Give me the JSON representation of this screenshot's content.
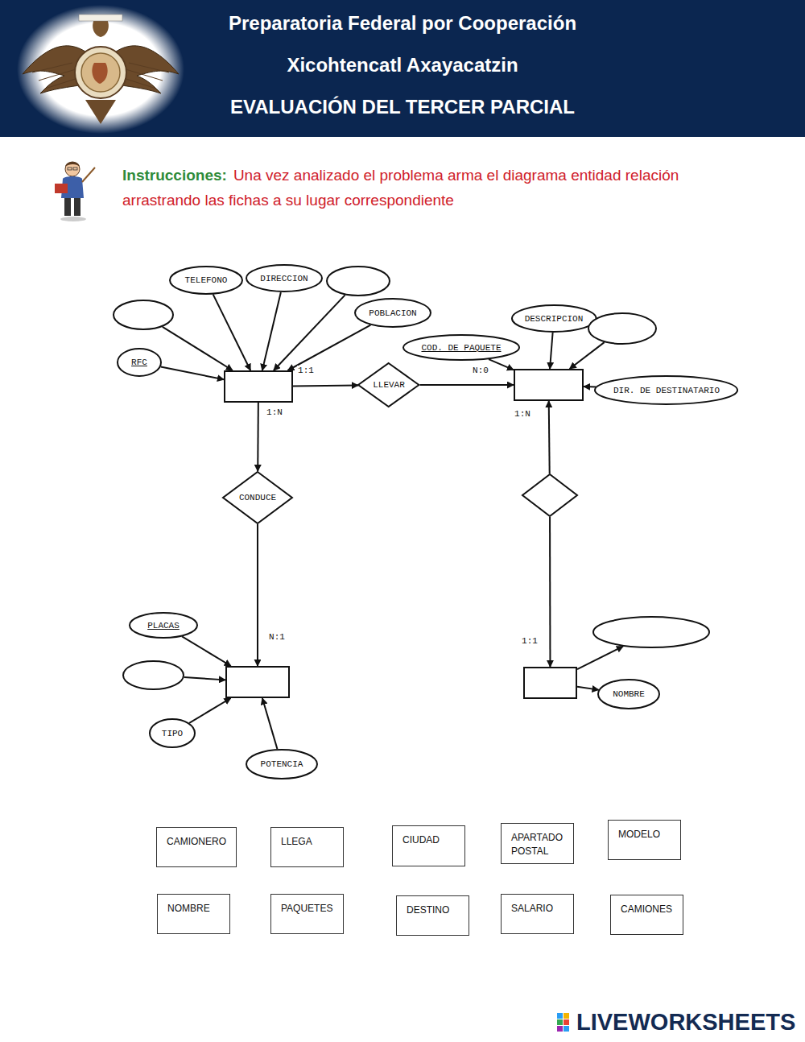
{
  "diagram": {
    "title": "Preparatoria Federal por Cooperación",
    "nodes": [
      {
        "text": [
          "TELEFONO"
        ]
      },
      {
        "text": [
          "DIRECCION"
        ]
      },
      {
        "text": []
      },
      {
        "text": []
      },
      {
        "text": [
          "POBLACION"
        ]
      },
      {
        "text": [
          "DESCRIPCION"
        ]
      },
      {
        "text": []
      },
      {
        "text": [
          "COD. DE PAQUETE"
        ]
      },
      {
        "text": [
          "RFC"
        ]
      },
      {
        "text": []
      },
      {
        "text": [
          "LLEVAR"
        ]
      },
      {
        "text": []
      },
      {
        "text": [
          "DIR. DE DESTINATARIO"
        ]
      },
      {
        "text": [
          "CONDUCE"
        ]
      },
      {
        "text": []
      },
      {
        "text": [
          "PLACAS"
        ]
      },
      {
        "text": []
      },
      {
        "text": []
      },
      {
        "text": []
      },
      {
        "text": []
      },
      {
        "text": [
          "NOMBRE"
        ]
      },
      {
        "text": [
          "TIPO"
        ]
      },
      {
        "text": [
          "POTENCIA"
        ]
      },
      {
        "text": [
          "CAMIONERO"
        ]
      },
      {
        "text": [
          "LLEGA"
        ]
      },
      {
        "text": [
          "CIUDAD"
        ]
      },
      {
        "text": [
          "APARTADO POSTAL"
        ]
      },
      {
        "text": [
          "MODELO"
        ]
      },
      {
        "text": [
          "NOMBRE"
        ]
      },
      {
        "text": [
          "PAQUETES"
        ]
      },
      {
        "text": [
          "DESTINO"
        ]
      },
      {
        "text": [
          "SALARIO"
        ]
      },
      {
        "text": [
          "CAMIONES"
        ]
      }
    ],
    "edges": [
      {
        "from": 0,
        "to": 9,
        "arrow": "to"
      },
      {
        "from": 1,
        "to": 9,
        "arrow": "to"
      },
      {
        "from": 2,
        "to": 9,
        "arrow": "to"
      },
      {
        "from": 3,
        "to": 9,
        "arrow": "to"
      },
      {
        "from": 4,
        "to": 9,
        "arrow": "to"
      },
      {
        "from": 8,
        "to": 9,
        "arrow": "to"
      },
      {
        "from": 9,
        "to": 10,
        "label": "1:1",
        "arrow": "to"
      },
      {
        "from": 10,
        "to": 11,
        "label": "N:0",
        "arrow": "to"
      },
      {
        "from": 5,
        "to": 11,
        "arrow": "to"
      },
      {
        "from": 6,
        "to": 11,
        "arrow": "to"
      },
      {
        "from": 7,
        "to": 11,
        "arrow": "to"
      },
      {
        "from": 12,
        "to": 11,
        "arrow": "to"
      },
      {
        "from": 9,
        "to": 13,
        "label": "1:N",
        "arrow": "to"
      },
      {
        "from": 13,
        "to": 18,
        "label": "N:1",
        "arrow": "to"
      },
      {
        "from": 14,
        "to": 11,
        "label": "1:N",
        "arrow": "to"
      },
      {
        "from": 14,
        "to": 19,
        "label": "1:1",
        "arrow": "to"
      },
      {
        "from": 15,
        "to": 18,
        "arrow": "to"
      },
      {
        "from": 17,
        "to": 18,
        "arrow": "to"
      },
      {
        "from": 21,
        "to": 18,
        "arrow": "to"
      },
      {
        "from": 22,
        "to": 18,
        "arrow": "to"
      },
      {
        "from": 19,
        "to": 16,
        "arrow": "to"
      },
      {
        "from": 19,
        "to": 20,
        "arrow": "to"
      }
    ],
    "labels": [
      "Xicohtencatl Axayacatzin",
      "EVALUACIÓN DEL TERCER PARCIAL",
      "Instrucciones:",
      "Una vez analizado el problema arma el diagrama entidad relación arrastrando las fichas a su lugar correspondiente",
      "LIVEWORKSHEETS"
    ]
  }
}
